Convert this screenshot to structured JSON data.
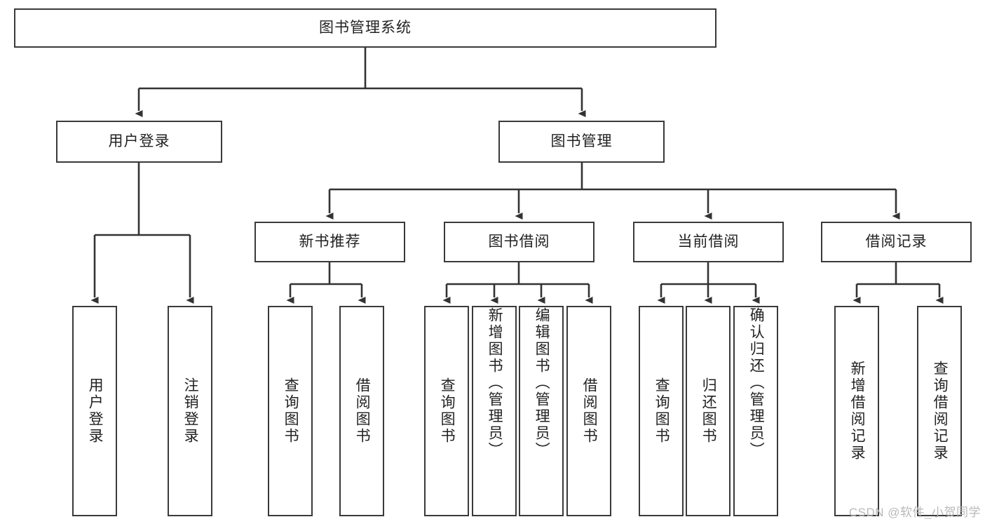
{
  "diagram": {
    "type": "hierarchy-tree",
    "title": "图书管理系统",
    "watermark": "CSDN @软件_小贺同学",
    "colors": {
      "node_border": "#3a3a3a",
      "node_fill": "#ffffff",
      "connector": "#333333",
      "text": "#222222",
      "watermark": "#b9b9b9",
      "background": "#ffffff"
    },
    "root": {
      "label": "图书管理系统"
    },
    "level2": [
      {
        "id": "user-login",
        "label": "用户登录"
      },
      {
        "id": "book-management",
        "label": "图书管理"
      }
    ],
    "level3": [
      {
        "id": "new-book-recommend",
        "label": "新书推荐"
      },
      {
        "id": "book-borrow",
        "label": "图书借阅"
      },
      {
        "id": "current-borrow",
        "label": "当前借阅"
      },
      {
        "id": "borrow-record",
        "label": "借阅记录"
      }
    ],
    "leaves": {
      "user_login": [
        {
          "id": "leaf-user-login",
          "label": "用户登录"
        },
        {
          "id": "leaf-logout-login",
          "label": "注销登录"
        }
      ],
      "new_book_recommend": [
        {
          "id": "leaf-query-book-1",
          "label": "查询图书"
        },
        {
          "id": "leaf-borrow-book-1",
          "label": "借阅图书"
        }
      ],
      "book_borrow": [
        {
          "id": "leaf-query-book-2",
          "label": "查询图书"
        },
        {
          "id": "leaf-add-book",
          "label": "新增图书（管理员）"
        },
        {
          "id": "leaf-edit-book",
          "label": "编辑图书（管理员）"
        },
        {
          "id": "leaf-borrow-book-2",
          "label": "借阅图书"
        }
      ],
      "current_borrow": [
        {
          "id": "leaf-query-book-3",
          "label": "查询图书"
        },
        {
          "id": "leaf-return-book",
          "label": "归还图书"
        },
        {
          "id": "leaf-confirm-return",
          "label": "确认归还（管理员）"
        }
      ],
      "borrow_record": [
        {
          "id": "leaf-add-record",
          "label": "新增借阅记录"
        },
        {
          "id": "leaf-query-record",
          "label": "查询借阅记录"
        }
      ]
    }
  }
}
